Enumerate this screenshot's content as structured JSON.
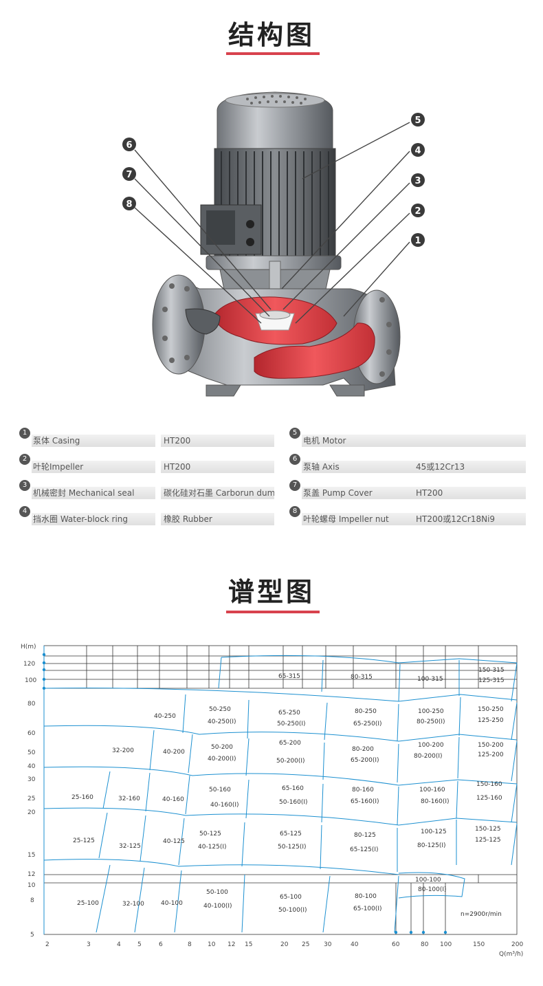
{
  "titles": {
    "structure": "结构图",
    "spectrum": "谱型图"
  },
  "callouts": [
    "6",
    "7",
    "8",
    "5",
    "4",
    "3",
    "2",
    "1"
  ],
  "parts": [
    {
      "num": "1",
      "name": "泵体 Casing",
      "material": "HT200"
    },
    {
      "num": "2",
      "name": "叶轮Impeller",
      "material": "HT200"
    },
    {
      "num": "3",
      "name": "机械密封 Mechanical seal",
      "material": "碳化硅对石墨 Carborun dum"
    },
    {
      "num": "4",
      "name": "挡水圈 Water-block ring",
      "material": "橡胶 Rubber"
    },
    {
      "num": "5",
      "name": "电机 Motor",
      "material": ""
    },
    {
      "num": "6",
      "name": "泵轴 Axis",
      "material": "45或12Cr13"
    },
    {
      "num": "7",
      "name": "泵盖 Pump Cover",
      "material": "HT200"
    },
    {
      "num": "8",
      "name": "叶轮螺母 Impeller nut",
      "material": "HT200或12Cr18Ni9"
    }
  ],
  "chart_data": {
    "type": "table",
    "xlabel": "Q(m³/h)",
    "ylabel": "H(m)",
    "x_ticks": [
      "2",
      "3",
      "4",
      "5",
      "6",
      "8",
      "10",
      "12",
      "15",
      "20",
      "25",
      "30",
      "40",
      "60",
      "80",
      "100",
      "150",
      "200"
    ],
    "y_ticks": [
      "120",
      "100",
      "80",
      "60",
      "50",
      "40",
      "30",
      "25",
      "20",
      "15",
      "12",
      "10",
      "8",
      "5"
    ],
    "note": "n=2900r/min",
    "regions": [
      {
        "label": "65-315"
      },
      {
        "label": "80-315"
      },
      {
        "label": "100-315"
      },
      {
        "label": "150-315"
      },
      {
        "label": "125-315"
      },
      {
        "label": "40-250"
      },
      {
        "label": "50-250"
      },
      {
        "label": "40-250(I)"
      },
      {
        "label": "65-250"
      },
      {
        "label": "50-250(I)"
      },
      {
        "label": "80-250"
      },
      {
        "label": "65-250(I)"
      },
      {
        "label": "100-250"
      },
      {
        "label": "80-250(I)"
      },
      {
        "label": "150-250"
      },
      {
        "label": "125-250"
      },
      {
        "label": "32-200"
      },
      {
        "label": "40-200"
      },
      {
        "label": "50-200"
      },
      {
        "label": "40-200(I)"
      },
      {
        "label": "65-200"
      },
      {
        "label": "50-200(I)"
      },
      {
        "label": "80-200"
      },
      {
        "label": "65-200(I)"
      },
      {
        "label": "100-200"
      },
      {
        "label": "80-200(I)"
      },
      {
        "label": "150-200"
      },
      {
        "label": "125-200"
      },
      {
        "label": "25-160"
      },
      {
        "label": "32-160"
      },
      {
        "label": "40-160"
      },
      {
        "label": "50-160"
      },
      {
        "label": "40-160(I)"
      },
      {
        "label": "65-160"
      },
      {
        "label": "50-160(I)"
      },
      {
        "label": "80-160"
      },
      {
        "label": "65-160(I)"
      },
      {
        "label": "100-160"
      },
      {
        "label": "80-160(I)"
      },
      {
        "label": "150-160"
      },
      {
        "label": "125-160"
      },
      {
        "label": "25-125"
      },
      {
        "label": "32-125"
      },
      {
        "label": "40-125"
      },
      {
        "label": "50-125"
      },
      {
        "label": "40-125(I)"
      },
      {
        "label": "65-125"
      },
      {
        "label": "50-125(I)"
      },
      {
        "label": "80-125"
      },
      {
        "label": "65-125(I)"
      },
      {
        "label": "100-125"
      },
      {
        "label": "80-125(I)"
      },
      {
        "label": "150-125"
      },
      {
        "label": "125-125"
      },
      {
        "label": "100-100"
      },
      {
        "label": "80-100(I)"
      },
      {
        "label": "25-100"
      },
      {
        "label": "32-100"
      },
      {
        "label": "40-100"
      },
      {
        "label": "50-100"
      },
      {
        "label": "40-100(I)"
      },
      {
        "label": "65-100"
      },
      {
        "label": "50-100(I)"
      },
      {
        "label": "80-100"
      },
      {
        "label": "65-100(I)"
      }
    ]
  },
  "colors": {
    "accent": "#d8424d",
    "curve": "#1a8fd0",
    "red_part": "#e8474c"
  }
}
